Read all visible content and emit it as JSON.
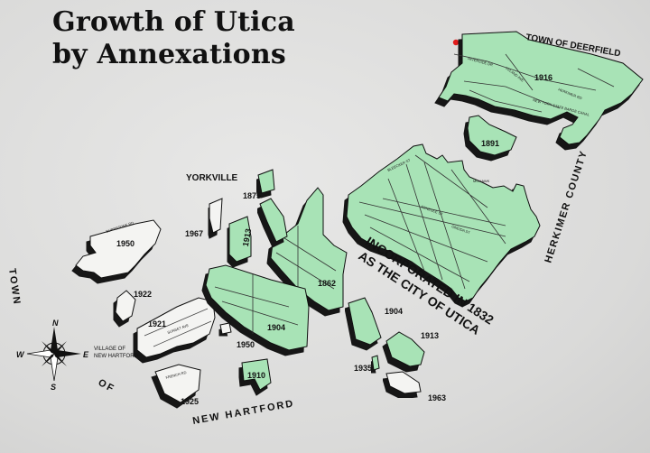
{
  "title": {
    "line1": "Growth of Utica",
    "line2": "by Annexations"
  },
  "regions": {
    "yorkville": "YORKVILLE",
    "deerfield": "TOWN OF DEERFIELD",
    "herkimer": "HERKIMER COUNTY",
    "town_of": "TOWN",
    "of": "OF",
    "new_hartford": "NEW HARTFORD",
    "village_nh_1": "VILLAGE OF",
    "village_nh_2": "NEW HARTFORD"
  },
  "incorporation": {
    "line1": "INCORPORATED IN 1832",
    "line2": "AS THE CITY OF UTICA"
  },
  "annexations": {
    "y1916": "1916",
    "y1891": "1891",
    "y1875": "1875",
    "y1967": "1967",
    "y1913a": "1913",
    "y1950a": "1950",
    "y1862": "1862",
    "y1922": "1922",
    "y1921": "1921",
    "y1904a": "1904",
    "y1904b": "1904",
    "y1950b": "1950",
    "y1910": "1910",
    "y1925": "1925",
    "y1935": "1935",
    "y1913b": "1913",
    "y1963": "1963"
  },
  "streets": {
    "riverside": "RIVERSIDE DR",
    "leland": "LELAND AVE",
    "herkimer_rd": "HERKIMER RD",
    "barge": "NEW YORK STATE BARGE CANAL",
    "mohawk": "MOHAWK",
    "bleecker": "BLEECKER ST",
    "genesee": "GENESEE ST",
    "oneida": "ONEIDA ST",
    "sunset": "SUNSET AVE",
    "burrstone": "BURRSTONE RD",
    "french": "FRENCH RD"
  },
  "compass": {
    "n": "N",
    "s": "S",
    "e": "E",
    "w": "W"
  },
  "colors": {
    "land": "#a8e3b6",
    "shadow": "#1b1b1b",
    "marker": "#e01b1b",
    "background": "#dcdcdb"
  }
}
